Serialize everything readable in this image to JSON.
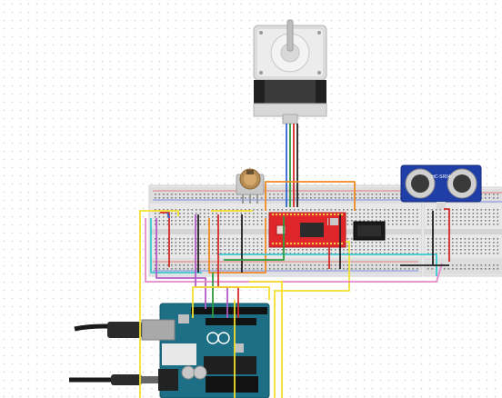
{
  "components": {
    "stepper_motor": {
      "kind": "stepper-motor"
    },
    "potentiometer": {
      "kind": "potentiometer"
    },
    "driver": {
      "kind": "stepper-driver-board",
      "color": "#e0262b"
    },
    "sensor": {
      "kind": "ultrasonic-sensor",
      "label": "HC-SR04",
      "color": "#1f3fa6"
    },
    "arduino": {
      "kind": "microcontroller-board",
      "color": "#1d6f86"
    }
  },
  "wire_colors": {
    "yellow": "#f3e02c",
    "orange": "#f08a24",
    "green": "#2e9b3c",
    "cyan": "#3ccad0",
    "purple": "#b35ac6",
    "red": "#d42a2a",
    "black": "#222222",
    "blue": "#2f63d2",
    "pink": "#e58ac9",
    "cable": "#1a1a1a"
  }
}
